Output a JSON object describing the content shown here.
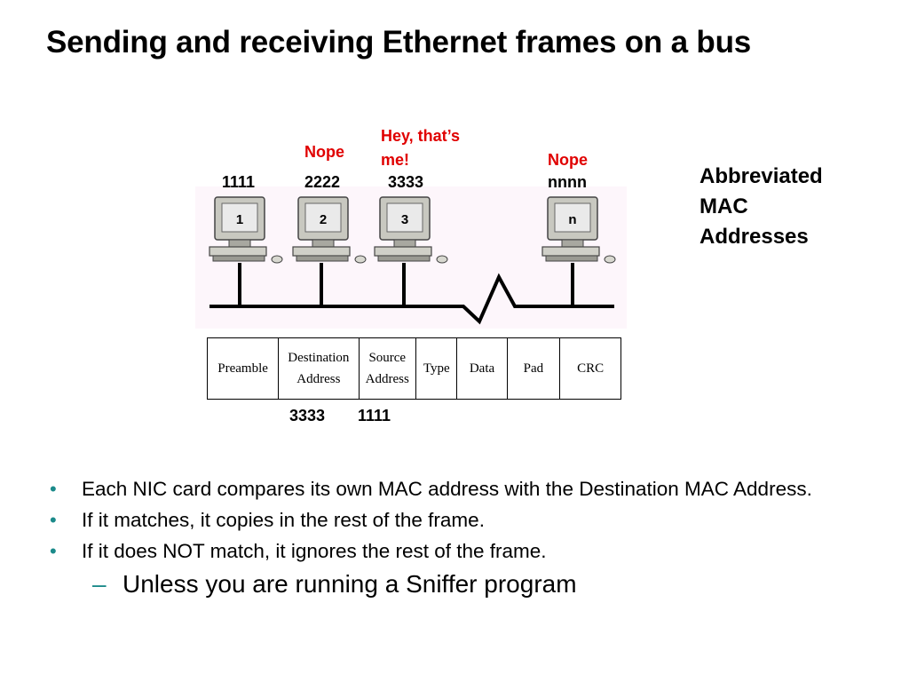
{
  "title": "Sending and receiving Ethernet frames on a bus",
  "stations": [
    {
      "icon_label": "1",
      "address": "1111",
      "status": ""
    },
    {
      "icon_label": "2",
      "address": "2222",
      "status": "Nope"
    },
    {
      "icon_label": "3",
      "address": "3333",
      "status_line1": "Hey, that’s",
      "status_line2": "me!"
    },
    {
      "icon_label": "n",
      "address": "nnnn",
      "status": "Nope"
    }
  ],
  "side_note": {
    "line1": "Abbreviated",
    "line2": "MAC",
    "line3": "Addresses"
  },
  "frame_fields": [
    {
      "line1": "Preamble",
      "line2": ""
    },
    {
      "line1": "Destination",
      "line2": "Address"
    },
    {
      "line1": "Source",
      "line2": "Address"
    },
    {
      "line1": "Type",
      "line2": ""
    },
    {
      "line1": "Data",
      "line2": ""
    },
    {
      "line1": "Pad",
      "line2": ""
    },
    {
      "line1": "CRC",
      "line2": ""
    }
  ],
  "frame_values": {
    "destination": "3333",
    "source": "1111"
  },
  "bullets": [
    "Each NIC card compares its own MAC address with the Destination MAC Address.",
    "If it matches, it copies in the rest of the frame.",
    "If it does NOT match, it ignores the rest of the frame."
  ],
  "sub_bullet": "Unless you are running a Sniffer program",
  "colors": {
    "accent_red": "#e00000",
    "bullet_teal": "#1b8a8a",
    "diagram_bg": "#fdf6fb"
  }
}
